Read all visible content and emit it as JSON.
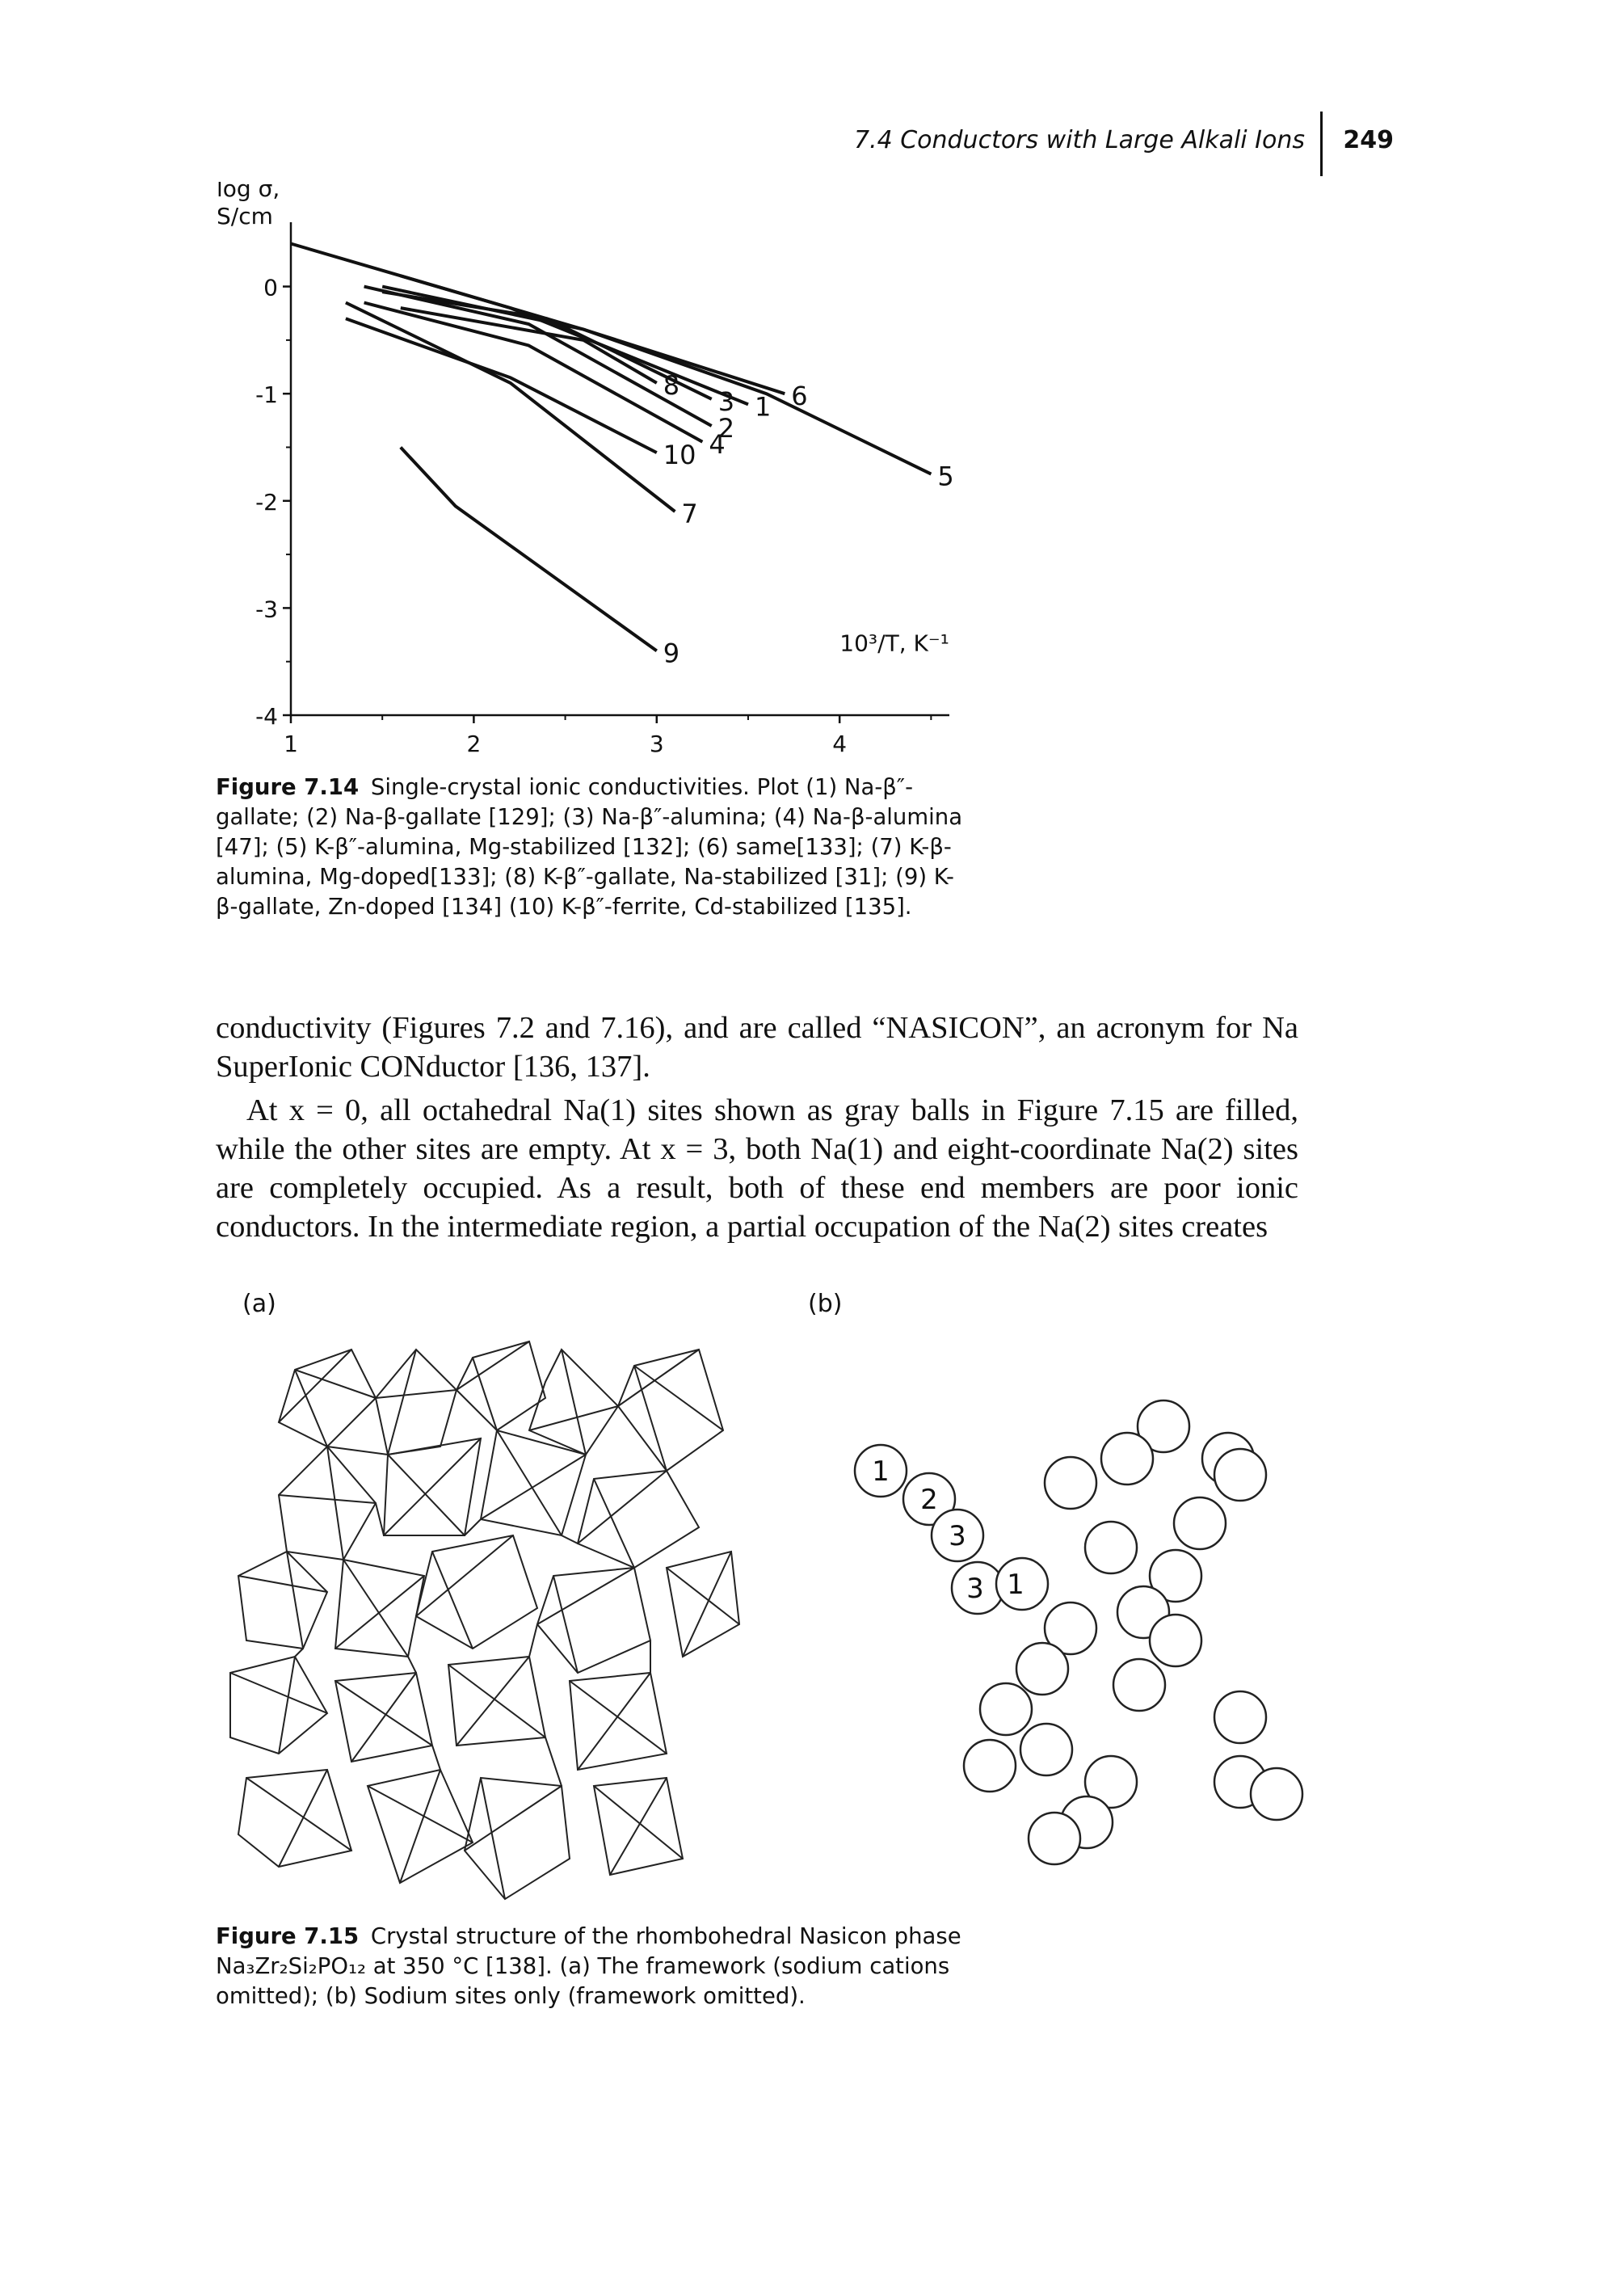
{
  "header": {
    "section_title": "7.4 Conductors with Large Alkali Ions",
    "page_number": "249"
  },
  "figure_7_14": {
    "caption_label": "Figure 7.14",
    "caption_text": "Single-crystal ionic conductivities. Plot (1) Na-β″-gallate; (2) Na-β-gallate [129]; (3) Na-β″-alumina; (4) Na-β-alumina [47]; (5) K-β″-alumina, Mg-stabilized [132]; (6) same[133]; (7) K-β-alumina, Mg-doped[133]; (8) K-β″-gallate, Na-stabilized [31]; (9) K-β-gallate, Zn-doped [134] (10) K-β″-ferrite, Cd-stabilized [135].",
    "chart_data": {
      "type": "line",
      "ylabel_line1": "log σ,",
      "ylabel_line2": "S/cm",
      "xlabel": "10³/T, K⁻¹",
      "xlim": [
        1,
        4.6
      ],
      "ylim": [
        -4,
        0.6
      ],
      "x_ticks": [
        "1",
        "2",
        "3",
        "4"
      ],
      "y_ticks": [
        "0",
        "-1",
        "-2",
        "-3",
        "-4"
      ],
      "series": [
        {
          "name": "1",
          "points": [
            [
              1.6,
              0.1
            ],
            [
              2.2,
              -0.2
            ],
            [
              3.5,
              -1.1
            ]
          ]
        },
        {
          "name": "2",
          "points": [
            [
              1.4,
              0.0
            ],
            [
              2.3,
              -0.35
            ],
            [
              3.3,
              -1.3
            ]
          ]
        },
        {
          "name": "3",
          "points": [
            [
              1.5,
              -0.05
            ],
            [
              2.4,
              -0.3
            ],
            [
              3.3,
              -1.05
            ]
          ]
        },
        {
          "name": "4",
          "points": [
            [
              1.4,
              -0.15
            ],
            [
              2.3,
              -0.55
            ],
            [
              3.25,
              -1.45
            ]
          ]
        },
        {
          "name": "5",
          "points": [
            [
              1.5,
              0.0
            ],
            [
              2.6,
              -0.4
            ],
            [
              3.6,
              -1.0
            ],
            [
              4.5,
              -1.75
            ]
          ]
        },
        {
          "name": "6",
          "points": [
            [
              1.0,
              0.4
            ],
            [
              1.7,
              0.05
            ],
            [
              2.6,
              -0.4
            ],
            [
              3.7,
              -1.0
            ]
          ]
        },
        {
          "name": "7",
          "points": [
            [
              1.3,
              -0.15
            ],
            [
              2.2,
              -0.9
            ],
            [
              3.1,
              -2.1
            ]
          ]
        },
        {
          "name": "8",
          "points": [
            [
              1.6,
              -0.2
            ],
            [
              2.6,
              -0.5
            ],
            [
              3.0,
              -0.9
            ]
          ]
        },
        {
          "name": "9",
          "points": [
            [
              1.6,
              -1.5
            ],
            [
              1.9,
              -2.05
            ],
            [
              3.0,
              -3.4
            ]
          ]
        },
        {
          "name": "10",
          "points": [
            [
              1.3,
              -0.3
            ],
            [
              2.2,
              -0.85
            ],
            [
              3.0,
              -1.55
            ]
          ]
        }
      ]
    }
  },
  "body_text": {
    "p1": "conductivity (Figures 7.2 and 7.16), and are called “NASICON”, an acronym for Na SuperIonic CONductor [136, 137].",
    "p2": "At x = 0, all octahedral Na(1) sites shown as gray balls in Figure 7.15 are filled, while the other sites are empty. At x = 3, both Na(1) and eight-coordinate Na(2) sites are completely occupied. As a result, both of these end members are poor ionic conductors. In the intermediate region, a partial occupation of the Na(2) sites creates"
  },
  "figure_7_15": {
    "panel_a_label": "(a)",
    "panel_b_label": "(b)",
    "site_labels": [
      "1",
      "2",
      "3",
      "3",
      "1"
    ],
    "caption_label": "Figure 7.15",
    "caption_text": "Crystal structure of the rhombohedral Nasicon phase Na₃Zr₂Si₂PO₁₂ at 350 °C [138]. (a) The framework (sodium cations omitted); (b) Sodium sites only (framework omitted)."
  }
}
